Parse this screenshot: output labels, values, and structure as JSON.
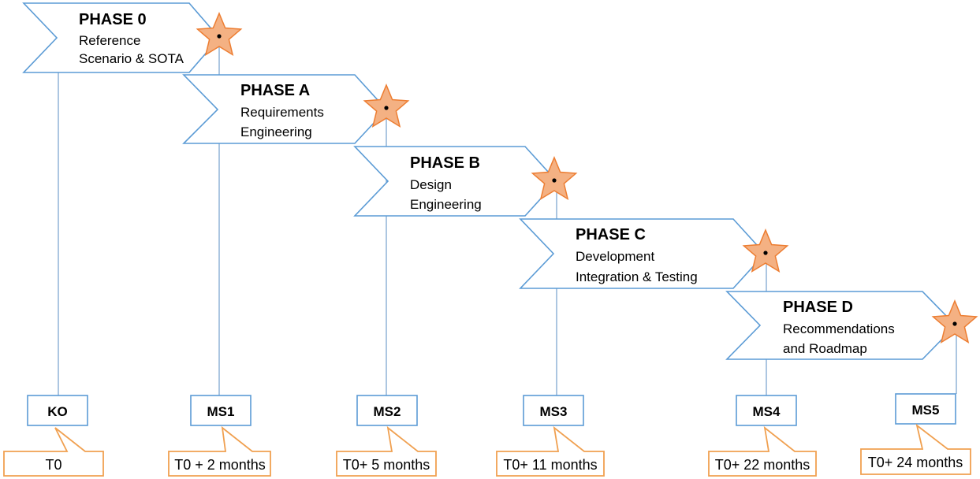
{
  "colors": {
    "chevron_stroke": "#5b9bd5",
    "connector": "#7fa7d1",
    "milestone_box_stroke": "#5b9bd5",
    "callout_stroke": "#f0a050",
    "star_fill": "#f4b183",
    "star_stroke": "#ed7d31"
  },
  "phases": [
    {
      "title": "PHASE 0",
      "lines": [
        "Reference",
        "Scenario & SOTA"
      ],
      "star_icon": "star-icon"
    },
    {
      "title": "PHASE A",
      "lines": [
        "Requirements",
        "Engineering"
      ],
      "star_icon": "star-icon"
    },
    {
      "title": "PHASE B",
      "lines": [
        "Design",
        "Engineering"
      ],
      "star_icon": "star-icon"
    },
    {
      "title": "PHASE C",
      "lines": [
        "Development",
        "Integration & Testing"
      ],
      "star_icon": "star-icon"
    },
    {
      "title": "PHASE D",
      "lines": [
        "Recommendations",
        "and Roadmap"
      ],
      "star_icon": "star-icon"
    }
  ],
  "milestones": [
    {
      "label": "KO",
      "time": "T0"
    },
    {
      "label": "MS1",
      "time": "T0 + 2 months"
    },
    {
      "label": "MS2",
      "time": "T0+ 5 months"
    },
    {
      "label": "MS3",
      "time": "T0+ 11 months"
    },
    {
      "label": "MS4",
      "time": "T0+ 22 months"
    },
    {
      "label": "MS5",
      "time": "T0+ 24 months"
    }
  ]
}
